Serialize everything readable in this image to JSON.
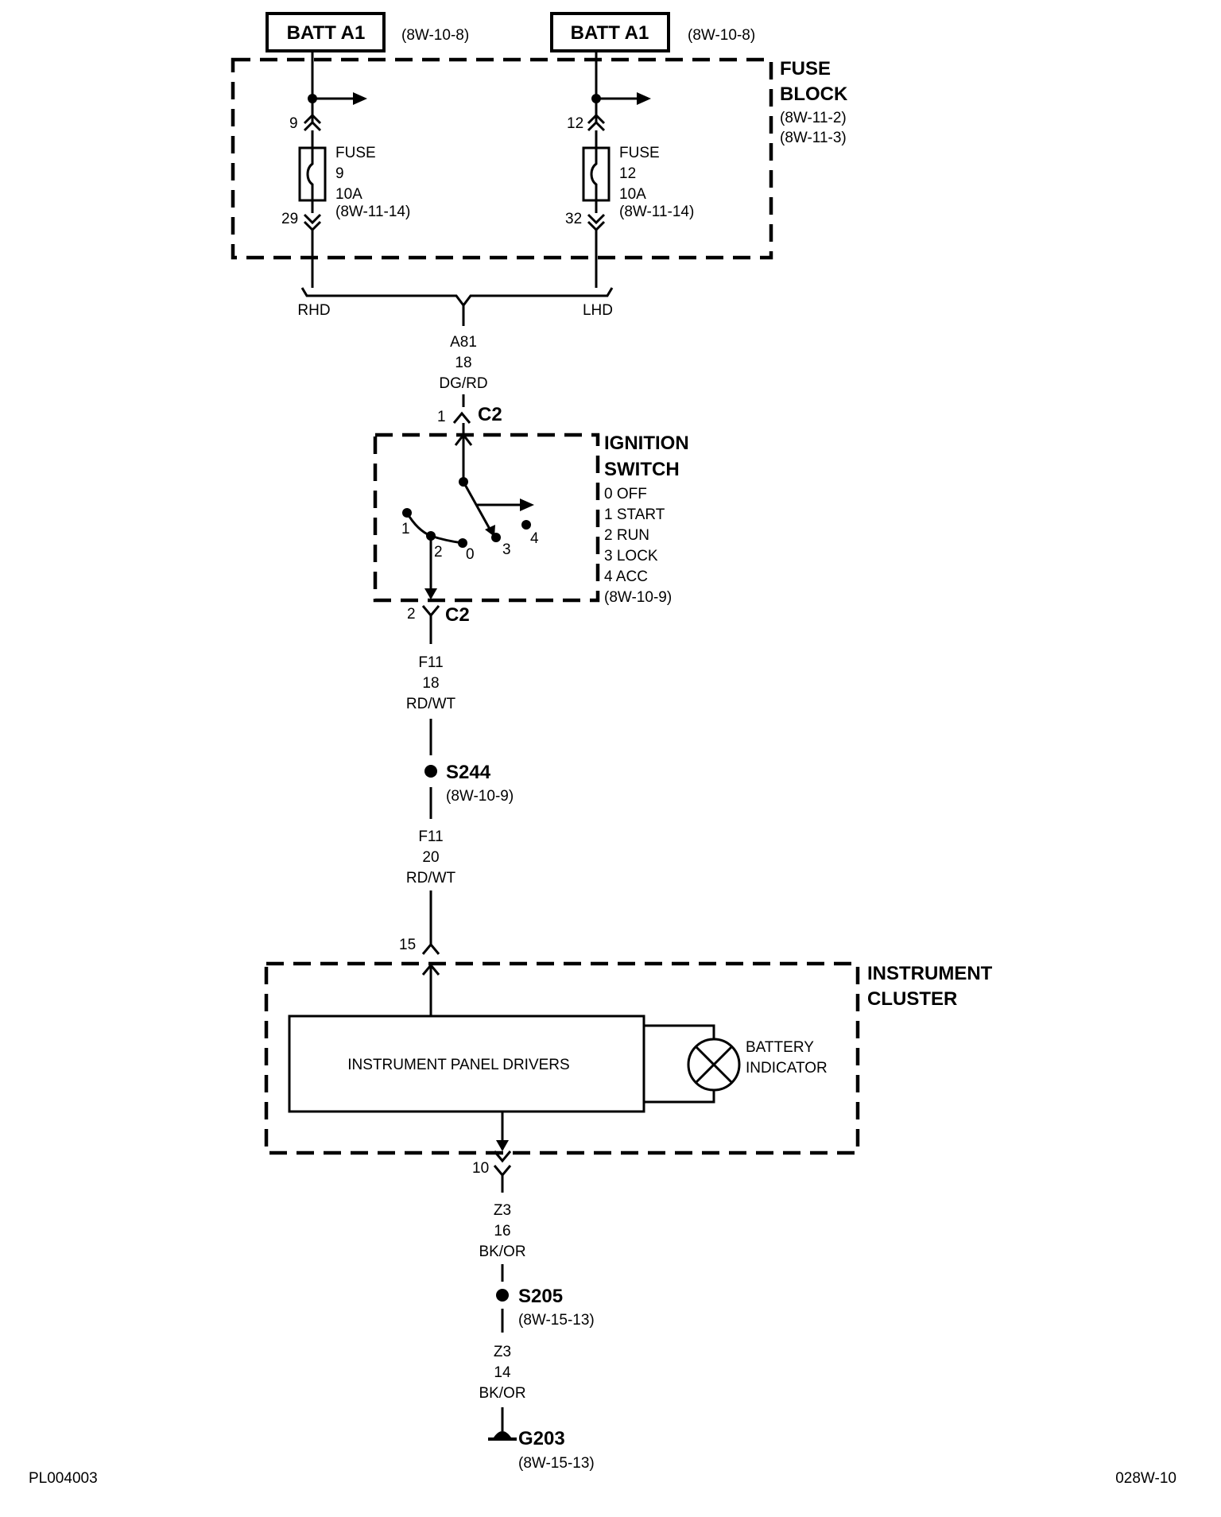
{
  "colors": {
    "ink": "#000000",
    "background": "#ffffff"
  },
  "power_sources": [
    {
      "label": "BATT A1",
      "ref": "(8W-10-8)"
    },
    {
      "label": "BATT A1",
      "ref": "(8W-10-8)"
    }
  ],
  "fuse_block": {
    "title_line1": "FUSE",
    "title_line2": "BLOCK",
    "ref1": "(8W-11-2)",
    "ref2": "(8W-11-3)",
    "fuses": [
      {
        "in_pin": "9",
        "out_pin": "29",
        "name": "FUSE",
        "number": "9",
        "rating": "10A",
        "ref": "(8W-11-14)"
      },
      {
        "in_pin": "12",
        "out_pin": "32",
        "name": "FUSE",
        "number": "12",
        "rating": "10A",
        "ref": "(8W-11-14)"
      }
    ]
  },
  "options": {
    "left": "RHD",
    "right": "LHD"
  },
  "wire_a81": {
    "circuit": "A81",
    "gauge": "18",
    "color": "DG/RD"
  },
  "ignition_switch": {
    "title_line1": "IGNITION",
    "title_line2": "SWITCH",
    "positions": [
      "0 OFF",
      "1 START",
      "2 RUN",
      "3 LOCK",
      "4 ACC"
    ],
    "ref": "(8W-10-9)",
    "connector_in": {
      "pin": "1",
      "name": "C2"
    },
    "connector_out": {
      "pin": "2",
      "name": "C2"
    },
    "contact_labels": [
      "1",
      "2",
      "0",
      "3",
      "4"
    ]
  },
  "wire_f11_a": {
    "circuit": "F11",
    "gauge": "18",
    "color": "RD/WT"
  },
  "splice_s244": {
    "name": "S244",
    "ref": "(8W-10-9)"
  },
  "wire_f11_b": {
    "circuit": "F11",
    "gauge": "20",
    "color": "RD/WT"
  },
  "instrument_cluster": {
    "title_line1": "INSTRUMENT",
    "title_line2": "CLUSTER",
    "in_pin": "15",
    "out_pin": "10",
    "drivers_label": "INSTRUMENT PANEL DRIVERS",
    "indicator_line1": "BATTERY",
    "indicator_line2": "INDICATOR"
  },
  "wire_z3_a": {
    "circuit": "Z3",
    "gauge": "16",
    "color": "BK/OR"
  },
  "splice_s205": {
    "name": "S205",
    "ref": "(8W-15-13)"
  },
  "wire_z3_b": {
    "circuit": "Z3",
    "gauge": "14",
    "color": "BK/OR"
  },
  "ground_g203": {
    "name": "G203",
    "ref": "(8W-15-13)"
  },
  "footer": {
    "left": "PL004003",
    "right": "028W-10"
  }
}
